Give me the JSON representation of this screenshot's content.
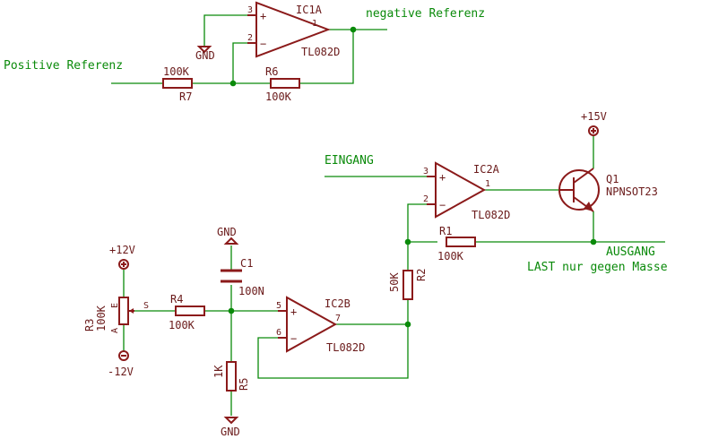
{
  "nets": {
    "neg_ref": "negative Referenz",
    "pos_ref": "Positive Referenz",
    "eingang": "EINGANG",
    "ausgang": "AUSGANG",
    "last": "LAST nur gegen Masse"
  },
  "ic1a": {
    "name": "IC1A",
    "value": "TL082D",
    "pin_plus_num": "3",
    "pin_minus_num": "2",
    "pin_out_num": "1"
  },
  "ic2a": {
    "name": "IC2A",
    "value": "TL082D",
    "pin_plus_num": "3",
    "pin_minus_num": "2",
    "pin_out_num": "1"
  },
  "ic2b": {
    "name": "IC2B",
    "value": "TL082D",
    "pin_plus_num": "5",
    "pin_minus_num": "6",
    "pin_out_num": "7"
  },
  "op_signs": {
    "plus": "+",
    "minus": "−"
  },
  "r7": {
    "name": "R7",
    "value": "100K"
  },
  "r6": {
    "name": "R6",
    "value": "100K"
  },
  "r1": {
    "name": "R1",
    "value": "100K"
  },
  "r2": {
    "name": "R2",
    "value": "50K"
  },
  "r4": {
    "name": "R4",
    "value": "100K"
  },
  "r5": {
    "name": "R5",
    "value": "1K"
  },
  "r3": {
    "name": "R3",
    "value": "100K",
    "pin_a": "A",
    "pin_e": "E",
    "pin_s": "S"
  },
  "c1": {
    "name": "C1",
    "value": "100N"
  },
  "q1": {
    "name": "Q1",
    "value": "NPNSOT23"
  },
  "supplies": {
    "gnd": "GND",
    "p15": "+15V",
    "p12": "+12V",
    "m12": "-12V"
  },
  "colors": {
    "wire": "#0a8a0a",
    "part": "#8b1a1a",
    "text": "#6a1a1a"
  }
}
